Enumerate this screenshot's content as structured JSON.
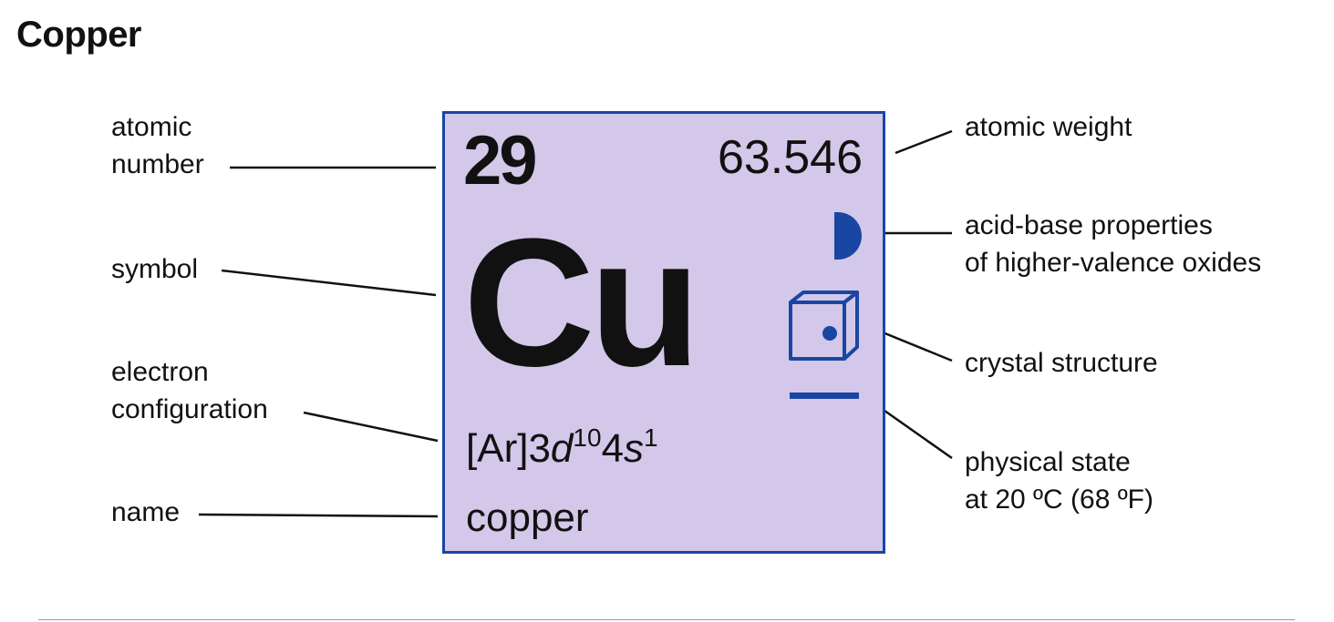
{
  "title": "Copper",
  "tile": {
    "atomic_number": "29",
    "atomic_weight": "63.546",
    "symbol": "Cu",
    "config": {
      "core": "[Ar]3",
      "d": "d",
      "d_count": "10",
      "n": "4",
      "s": "s",
      "s_count": "1"
    },
    "name": "copper"
  },
  "labels": {
    "atomic_number": [
      "atomic",
      "number"
    ],
    "symbol": "symbol",
    "electron_configuration": [
      "electron",
      "configuration"
    ],
    "name": "name",
    "atomic_weight": "atomic weight",
    "acid_base": [
      "acid-base properties",
      "of higher-valence oxides"
    ],
    "crystal_structure": "crystal structure",
    "physical_state": [
      "physical state",
      "at 20 ºC (68 ºF)"
    ]
  },
  "icons": {
    "acid_base": "half-circle-icon",
    "crystal_structure": "cube-icon",
    "physical_state": "solid-bar-icon"
  },
  "colors": {
    "tile_fill": "#d3c8e9",
    "tile_border": "#1a46a3",
    "icon_blue": "#1a46a3"
  }
}
